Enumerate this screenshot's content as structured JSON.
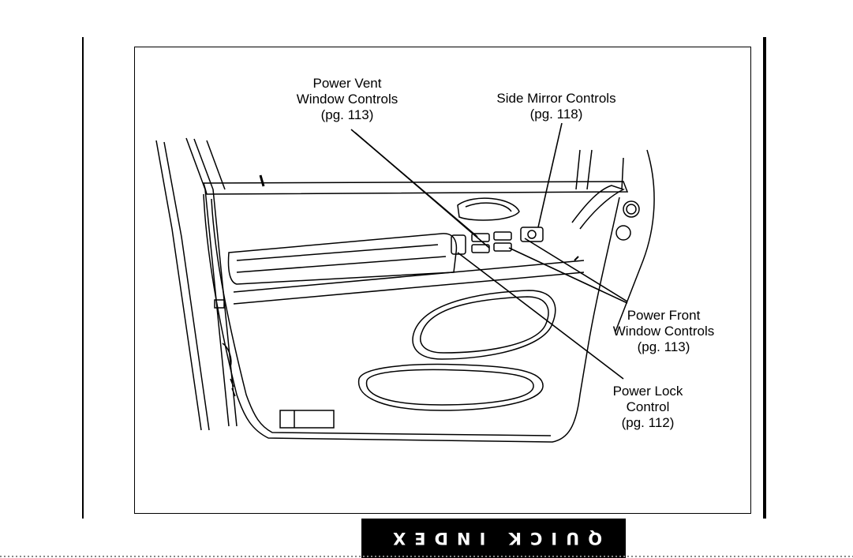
{
  "callouts": {
    "power_vent": [
      "Power Vent",
      "Window Controls",
      "(pg. 113)"
    ],
    "side_mirror": [
      "Side Mirror Controls",
      "(pg. 118)"
    ],
    "power_front": [
      "Power Front",
      "Window Controls",
      "(pg. 113)"
    ],
    "power_lock": [
      "Power Lock",
      "Control",
      "(pg. 112)"
    ]
  },
  "side_tab": {
    "label": "QUICK INDEX"
  }
}
